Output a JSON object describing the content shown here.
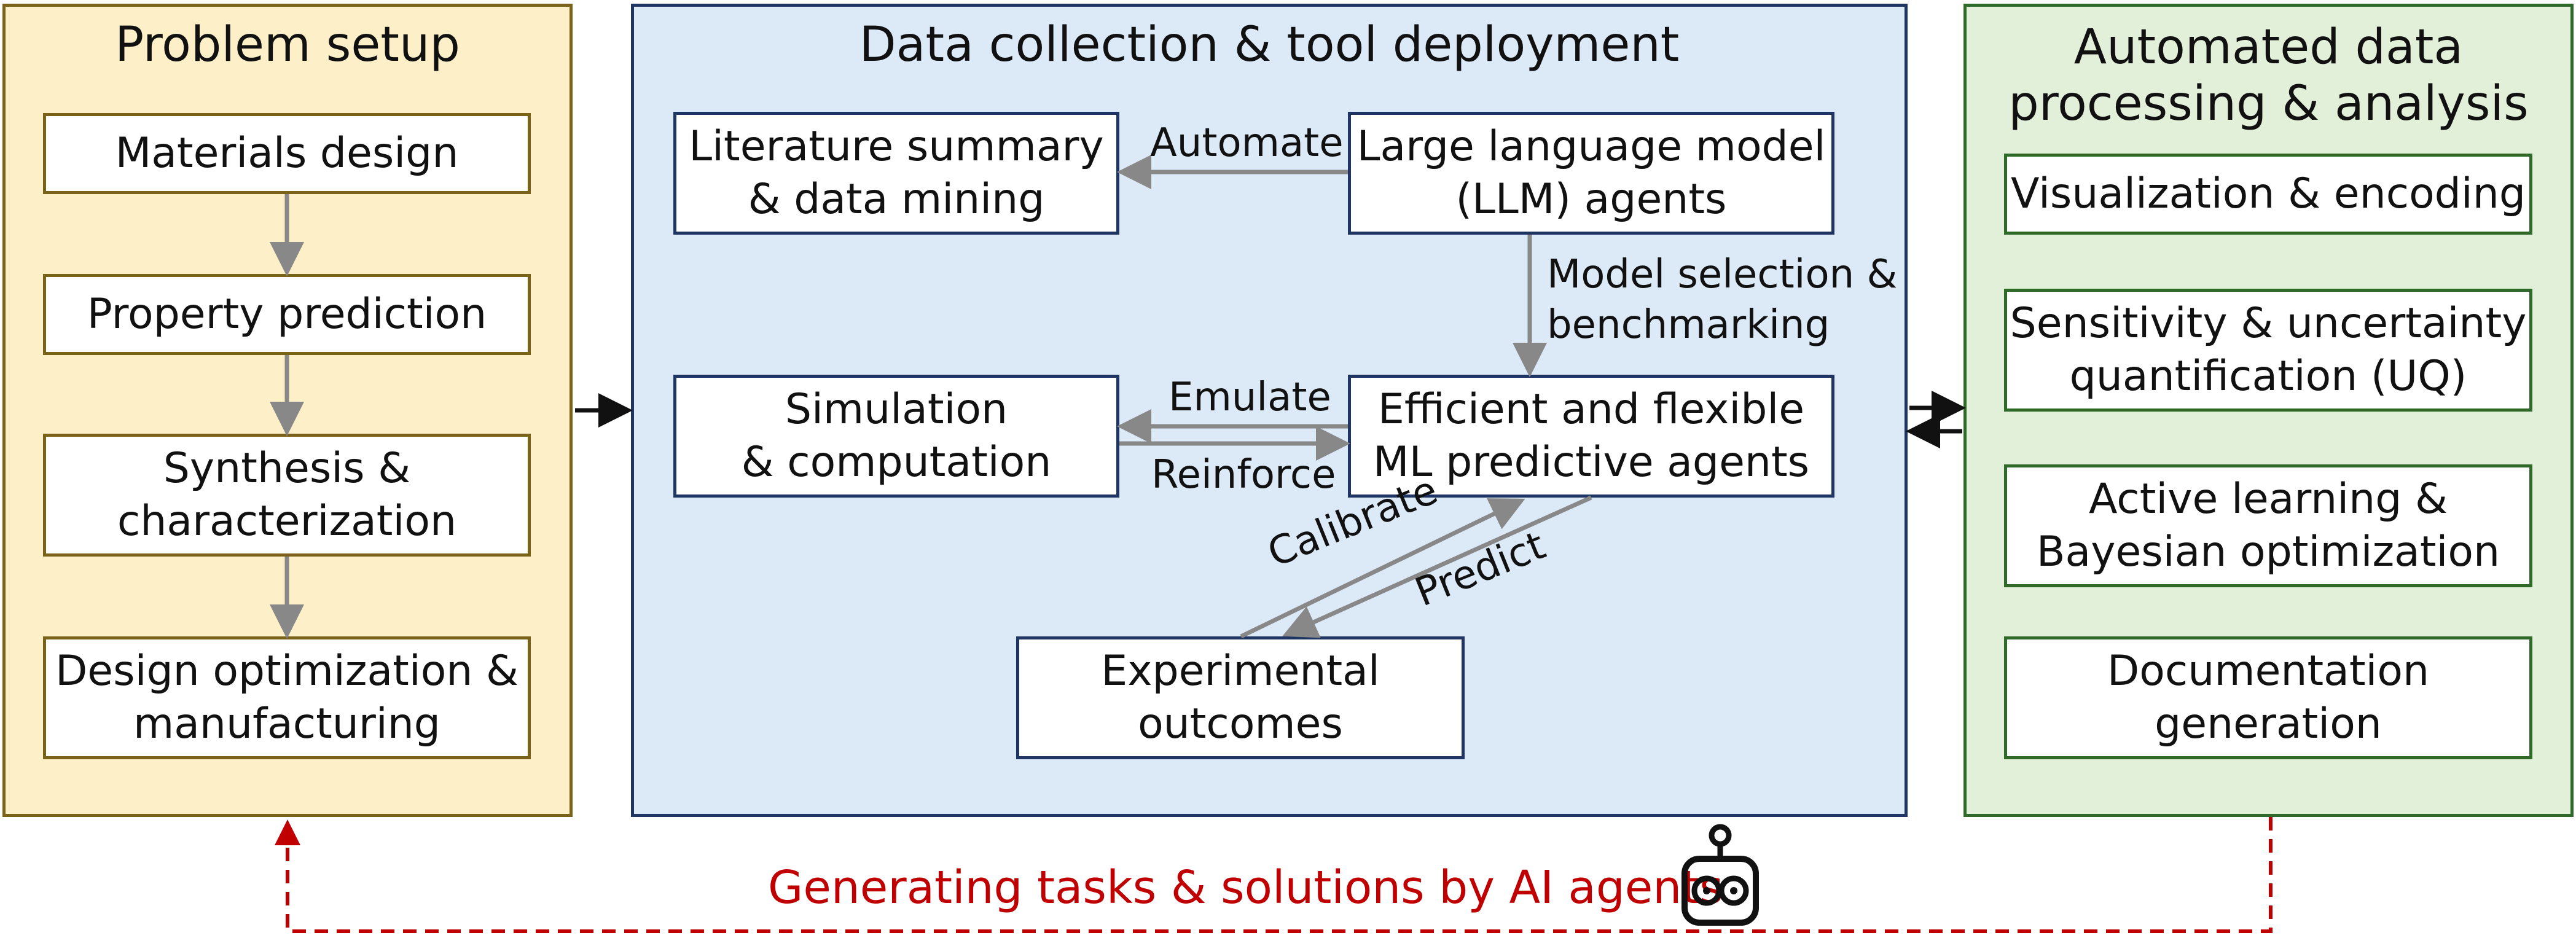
{
  "colors": {
    "setup_fill": "#fdf0c8",
    "setup_border": "#7a6218",
    "data_fill": "#dce9f6",
    "data_border": "#1f3563",
    "analysis_fill": "#e2efd9",
    "analysis_border": "#2f6a2a",
    "arrow_gray": "#888888",
    "loop_red": "#c00000"
  },
  "problem_setup": {
    "title": "Problem setup",
    "steps": [
      "Materials design",
      "Property prediction",
      "Synthesis &\ncharacterization",
      "Design optimization &\nmanufacturing"
    ]
  },
  "data_collection": {
    "title": "Data collection & tool deployment",
    "literature": "Literature summary\n& data mining",
    "llm": "Large language model\n(LLM) agents",
    "simulation": "Simulation\n& computation",
    "ml": "Efficient and flexible\nML predictive agents",
    "experimental": "Experimental\noutcomes",
    "labels": {
      "automate": "Automate",
      "model_selection": "Model selection &\nbenchmarking",
      "emulate": "Emulate",
      "reinforce": "Reinforce",
      "calibrate": "Calibrate",
      "predict": "Predict"
    }
  },
  "analysis": {
    "title": "Automated data\nprocessing & analysis",
    "items": [
      "Visualization & encoding",
      "Sensitivity & uncertainty\nquantification (UQ)",
      "Active learning &\nBayesian optimization",
      "Documentation\ngeneration"
    ]
  },
  "feedback": {
    "label": "Generating tasks & solutions by AI agents",
    "icon": "robot-icon"
  }
}
